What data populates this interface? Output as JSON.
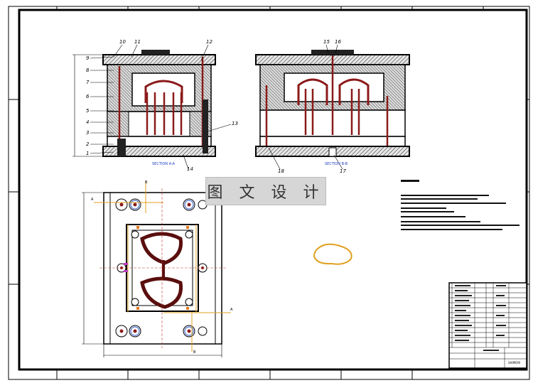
{
  "watermark": "图 文 设 计",
  "section_labels": {
    "a": "SECTION A-A",
    "b": "SECTION B-B"
  },
  "part_numbers_left": [
    "9",
    "8",
    "7",
    "6",
    "5",
    "4",
    "3",
    "2",
    "1"
  ],
  "part_numbers_top_left": [
    "10",
    "11",
    "12"
  ],
  "part_numbers_right_callouts": [
    "13",
    "14"
  ],
  "part_numbers_top_right": [
    "15",
    "16"
  ],
  "part_numbers_bottom_right": [
    "18",
    "17"
  ],
  "plan_section_marks": [
    "A",
    "B",
    "A",
    "B"
  ],
  "title_block_code": "SHIMORI"
}
